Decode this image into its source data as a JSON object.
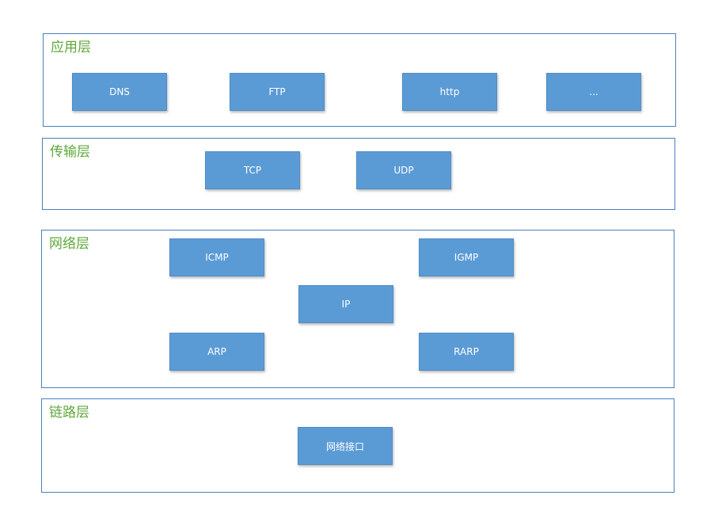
{
  "colors": {
    "layer_border": "#4a7fc0",
    "layer_title": "#5fa83a",
    "box_fill": "#5b9bd5",
    "box_text": "#ffffff"
  },
  "layers": {
    "application": {
      "title": "应用层",
      "items": [
        "DNS",
        "FTP",
        "http",
        "..."
      ]
    },
    "transport": {
      "title": "传输层",
      "items": [
        "TCP",
        "UDP"
      ]
    },
    "network": {
      "title": "网络层",
      "items": [
        "ICMP",
        "IGMP",
        "IP",
        "ARP",
        "RARP"
      ]
    },
    "link": {
      "title": "链路层",
      "items": [
        "网络接口"
      ]
    }
  }
}
